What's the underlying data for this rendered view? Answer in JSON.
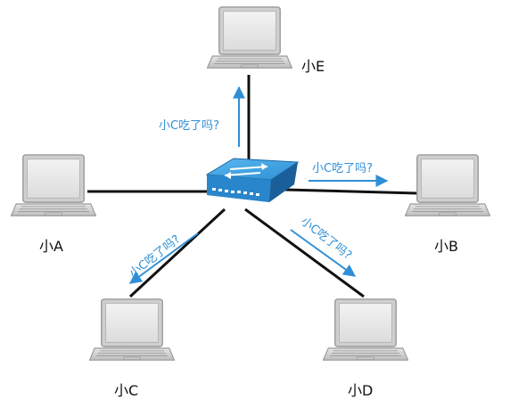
{
  "nodes": {
    "a": "小A",
    "b": "小B",
    "c": "小C",
    "d": "小D",
    "e": "小E"
  },
  "message": "小C吃了吗?",
  "colors": {
    "message": "#2f8fd6",
    "switch_top": "#3aa0e0",
    "switch_front": "#1f73b7",
    "link": "#111111"
  }
}
